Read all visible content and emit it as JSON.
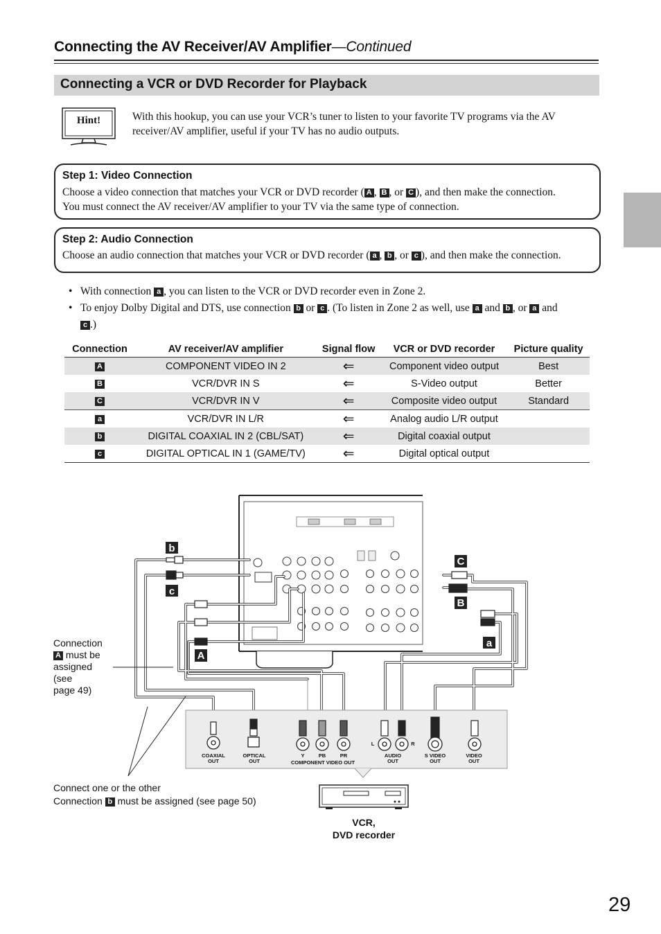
{
  "header": {
    "title": "Connecting the AV Receiver/AV Amplifier",
    "title_suffix": "—Continued",
    "section_title": "Connecting a VCR or DVD Recorder for Playback"
  },
  "hint": {
    "label": "Hint!",
    "text": "With this hookup, you can use your VCR’s tuner to listen to your favorite TV programs via the AV receiver/AV amplifier, useful if your TV has no audio outputs."
  },
  "step1": {
    "title": "Step 1: Video Connection",
    "line1_a": "Choose a video connection that matches your VCR or DVD recorder (",
    "b1": "A",
    "sep1": ", ",
    "b2": "B",
    "sep2": ", or ",
    "b3": "C",
    "line1_b": "), and then make the connection.",
    "line2": "You must connect the AV receiver/AV amplifier to your TV via the same type of connection."
  },
  "step2": {
    "title": "Step 2: Audio Connection",
    "line1_a": "Choose an audio connection that matches your VCR or DVD recorder (",
    "b1": "a",
    "sep1": ", ",
    "b2": "b",
    "sep2": ", or ",
    "b3": "c",
    "line1_b": "), and then make the connection."
  },
  "bullets": {
    "b1_pre": "With connection ",
    "b1_badge": "a",
    "b1_post": ", you can listen to the VCR or DVD recorder even in Zone 2.",
    "b2_pre": "To enjoy Dolby Digital and DTS, use connection ",
    "b2_badge1": "b",
    "b2_mid1": " or ",
    "b2_badge2": "c",
    "b2_mid2": ". (To listen in Zone 2 as well, use ",
    "b2_badge3": "a",
    "b2_mid3": " and ",
    "b2_badge4": "b",
    "b2_mid4": ", or ",
    "b2_badge5": "a",
    "b2_mid5": " and",
    "b2_badge6": "c",
    "b2_end": ".)"
  },
  "table": {
    "headers": [
      "Connection",
      "AV receiver/AV amplifier",
      "Signal flow",
      "VCR or DVD recorder",
      "Picture quality"
    ],
    "arrow": "⇐",
    "rows": [
      {
        "conn": "A",
        "amp": "COMPONENT VIDEO IN 2",
        "vcr": "Component video output",
        "quality": "Best"
      },
      {
        "conn": "B",
        "amp": "VCR/DVR IN S",
        "vcr": "S-Video output",
        "quality": "Better"
      },
      {
        "conn": "C",
        "amp": "VCR/DVR IN V",
        "vcr": "Composite video output",
        "quality": "Standard"
      },
      {
        "conn": "a",
        "amp": "VCR/DVR IN L/R",
        "vcr": "Analog audio L/R output",
        "quality": ""
      },
      {
        "conn": "b",
        "amp": "DIGITAL COAXIAL IN 2 (CBL/SAT)",
        "vcr": "Digital coaxial output",
        "quality": ""
      },
      {
        "conn": "c",
        "amp": "DIGITAL OPTICAL IN 1 (GAME/TV)",
        "vcr": "Digital optical output",
        "quality": ""
      }
    ]
  },
  "diagram": {
    "labels": {
      "b": "b",
      "c": "c",
      "A": "A",
      "C": "C",
      "B": "B",
      "a": "a"
    },
    "note1_l1": "Connection",
    "note1_badge": "A",
    "note1_l2": " must be",
    "note1_l3": "assigned",
    "note1_l4": "(see",
    "note1_l5": "page 49)",
    "note2_l1": "Connect one or the other",
    "note2_l2_pre": "Connection ",
    "note2_badge": "b",
    "note2_l2_post": " must be assigned (see page 50)",
    "vcr_caption_l1": "VCR,",
    "vcr_caption_l2": "DVD recorder",
    "jacks": {
      "coaxial": "COAXIAL",
      "optical": "OPTICAL",
      "out": "OUT",
      "y": "Y",
      "pb": "PB",
      "pr": "PR",
      "component": "COMPONENT VIDEO OUT",
      "l": "L",
      "r": "R",
      "audio": "AUDIO",
      "svideo": "S VIDEO",
      "video": "VIDEO"
    }
  },
  "page_number": "29"
}
